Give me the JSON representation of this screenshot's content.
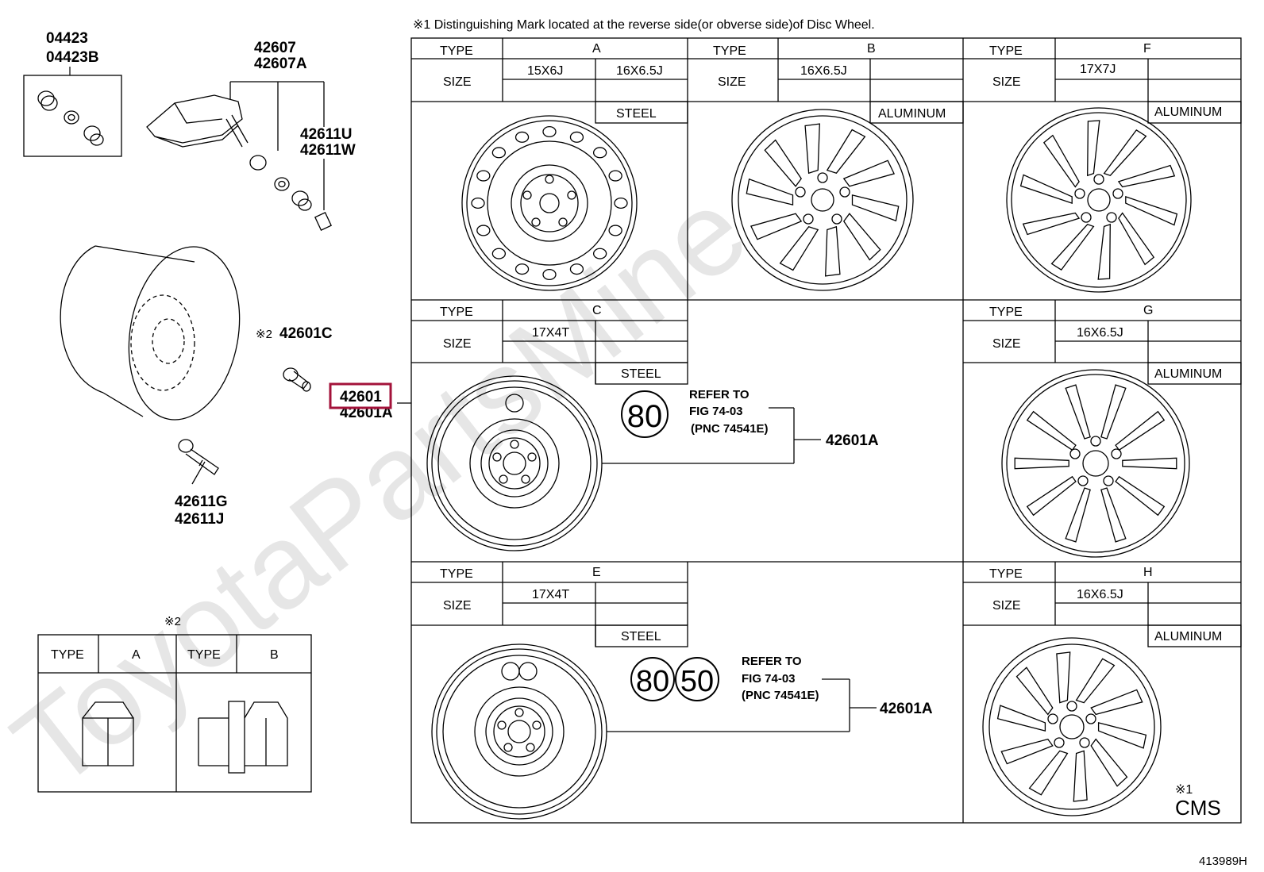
{
  "watermark": "ToyotaPartsMine",
  "header_note": "※1 Distinguishing Mark located at the reverse side(or obverse side)of Disc Wheel.",
  "figure_number": "413989H",
  "highlight_color": "#a3123a",
  "parts": {
    "p04423": "04423",
    "p04423b": "04423B",
    "p42607": "42607",
    "p42607a": "42607A",
    "p42611u": "42611U",
    "p42611w": "42611W",
    "p42601c_mark": "※2",
    "p42601c": "42601C",
    "p42601": "42601",
    "p42601a": "42601A",
    "p42611g": "42611G",
    "p42611j": "42611J"
  },
  "labels": {
    "type": "TYPE",
    "size": "SIZE",
    "steel": "STEEL",
    "aluminum": "ALUMINUM"
  },
  "wheel_types": {
    "A": {
      "type": "A",
      "sizes": [
        "15X6J",
        "16X6.5J"
      ],
      "material": "STEEL"
    },
    "B": {
      "type": "B",
      "sizes": [
        "16X6.5J"
      ],
      "material": "ALUMINUM"
    },
    "F": {
      "type": "F",
      "sizes": [
        "17X7J"
      ],
      "material": "ALUMINUM"
    },
    "C": {
      "type": "C",
      "sizes": [
        "17X4T"
      ],
      "material": "STEEL"
    },
    "G": {
      "type": "G",
      "sizes": [
        "16X6.5J"
      ],
      "material": "ALUMINUM"
    },
    "E": {
      "type": "E",
      "sizes": [
        "17X4T"
      ],
      "material": "STEEL"
    },
    "H": {
      "type": "H",
      "sizes": [
        "16X6.5J"
      ],
      "material": "ALUMINUM"
    }
  },
  "spare_c": {
    "badge": "80",
    "refer": [
      "REFER TO",
      "FIG 74-03",
      "(PNC 74541E)"
    ],
    "part": "42601A"
  },
  "spare_e": {
    "badges": [
      "80",
      "50"
    ],
    "refer": [
      "REFER TO",
      "FIG 74-03",
      "(PNC 74541E)"
    ],
    "part": "42601A"
  },
  "cms": {
    "mark": "※1",
    "text": "CMS"
  },
  "nut_table": {
    "mark": "※2",
    "type": "TYPE",
    "a": "A",
    "b": "B"
  }
}
